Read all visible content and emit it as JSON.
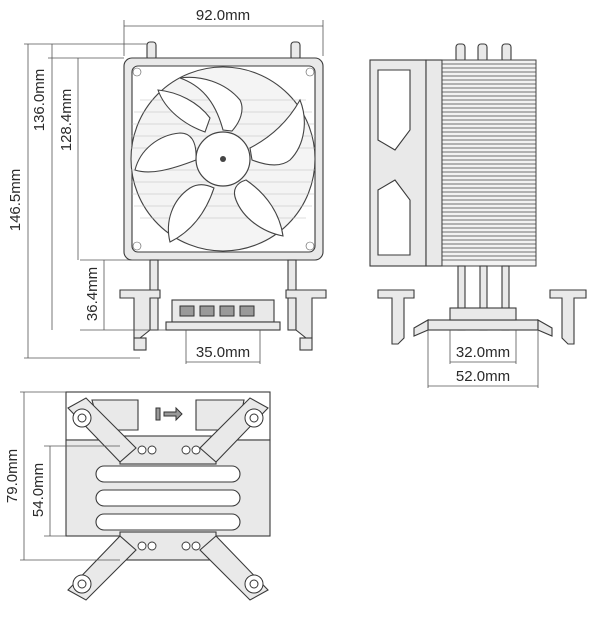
{
  "dimensions": {
    "fan_width": "92.0mm",
    "total_height": "146.5mm",
    "height_136": "136.0mm",
    "height_128": "128.4mm",
    "height_36": "36.4mm",
    "base_35": "35.0mm",
    "base_32": "32.0mm",
    "depth_52": "52.0mm",
    "depth_79": "79.0mm",
    "depth_54": "54.0mm"
  }
}
